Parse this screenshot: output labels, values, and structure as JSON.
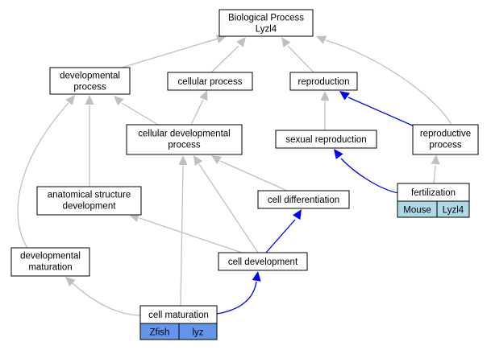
{
  "nodes": {
    "biological_process": {
      "lines": [
        "Biological Process",
        "Lyzl4"
      ]
    },
    "developmental_process": {
      "lines": [
        "developmental",
        "process"
      ]
    },
    "cellular_process": {
      "lines": [
        "cellular process"
      ]
    },
    "reproduction": {
      "lines": [
        "reproduction"
      ]
    },
    "cellular_developmental_process": {
      "lines": [
        "cellular developmental",
        "process"
      ]
    },
    "sexual_reproduction": {
      "lines": [
        "sexual reproduction"
      ]
    },
    "reproductive_process": {
      "lines": [
        "reproductive",
        "process"
      ]
    },
    "anatomical_structure_development": {
      "lines": [
        "anatomical structure",
        "development"
      ]
    },
    "cell_differentiation": {
      "lines": [
        "cell differentiation"
      ]
    },
    "fertilization": {
      "lines": [
        "fertilization"
      ]
    },
    "developmental_maturation": {
      "lines": [
        "developmental",
        "maturation"
      ]
    },
    "cell_development": {
      "lines": [
        "cell development"
      ]
    },
    "cell_maturation": {
      "lines": [
        "cell maturation"
      ]
    }
  },
  "tags": {
    "fertilization": {
      "species": "Mouse",
      "gene": "Lyzl4",
      "color": "#add8e6"
    },
    "cell_maturation": {
      "species": "Zfish",
      "gene": "lyz",
      "color": "#6495ed"
    }
  },
  "edges": [
    {
      "from": "developmental_process",
      "to": "biological_process",
      "color": "grey"
    },
    {
      "from": "cellular_process",
      "to": "biological_process",
      "color": "grey"
    },
    {
      "from": "reproduction",
      "to": "biological_process",
      "color": "grey"
    },
    {
      "from": "reproductive_process",
      "to": "biological_process",
      "color": "grey"
    },
    {
      "from": "cellular_developmental_process",
      "to": "developmental_process",
      "color": "grey"
    },
    {
      "from": "cellular_developmental_process",
      "to": "cellular_process",
      "color": "grey"
    },
    {
      "from": "sexual_reproduction",
      "to": "reproduction",
      "color": "grey"
    },
    {
      "from": "reproductive_process",
      "to": "reproduction",
      "color": "blue"
    },
    {
      "from": "anatomical_structure_development",
      "to": "developmental_process",
      "color": "grey"
    },
    {
      "from": "developmental_maturation",
      "to": "developmental_process",
      "color": "grey"
    },
    {
      "from": "cell_differentiation",
      "to": "cellular_developmental_process",
      "color": "grey"
    },
    {
      "from": "cell_development",
      "to": "cellular_developmental_process",
      "color": "grey"
    },
    {
      "from": "cell_maturation",
      "to": "cellular_developmental_process",
      "color": "grey"
    },
    {
      "from": "fertilization",
      "to": "sexual_reproduction",
      "color": "blue"
    },
    {
      "from": "fertilization",
      "to": "reproductive_process",
      "color": "grey"
    },
    {
      "from": "cell_development",
      "to": "cell_differentiation",
      "color": "blue"
    },
    {
      "from": "cell_development",
      "to": "anatomical_structure_development",
      "color": "grey"
    },
    {
      "from": "cell_maturation",
      "to": "developmental_maturation",
      "color": "grey"
    },
    {
      "from": "cell_maturation",
      "to": "cell_development",
      "color": "blue"
    }
  ]
}
